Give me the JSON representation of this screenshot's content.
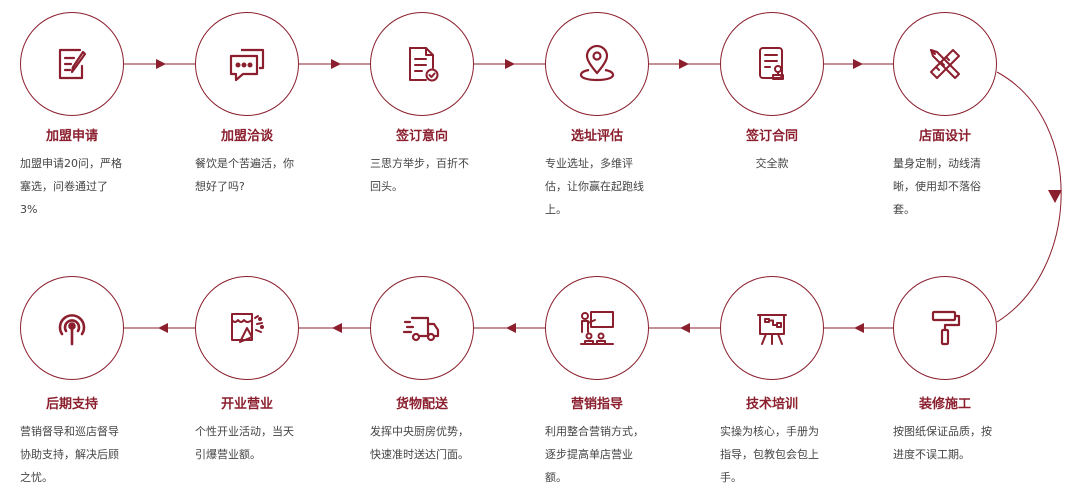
{
  "accent_color": "#8b1f2e",
  "steps": [
    {
      "title": "加盟申请",
      "desc": "加盟申请20问，严格塞选，问卷通过了3%",
      "icon": "form-pen-icon"
    },
    {
      "title": "加盟洽谈",
      "desc": "餐饮是个苦遍活，你想好了吗?",
      "icon": "chat-bubbles-icon"
    },
    {
      "title": "签订意向",
      "desc": "三思方举步，百折不回头。",
      "icon": "document-check-icon"
    },
    {
      "title": "选址评估",
      "desc": "专业选址，多维评估，让你赢在起跑线上。",
      "icon": "location-pin-icon"
    },
    {
      "title": "签订合同",
      "desc": "交全款",
      "icon": "contract-stamp-icon"
    },
    {
      "title": "店面设计",
      "desc": "量身定制，动线清晰，使用却不落俗套。",
      "icon": "pencil-ruler-icon"
    },
    {
      "title": "装修施工",
      "desc": "按图纸保证品质，按进度不误工期。",
      "icon": "paint-roller-icon"
    },
    {
      "title": "技术培训",
      "desc": "实操为核心，手册为指导，包教包会包上手。",
      "icon": "presentation-easel-icon"
    },
    {
      "title": "营销指导",
      "desc": "利用整合营销方式，逐步提高单店营业额。",
      "icon": "classroom-teacher-icon"
    },
    {
      "title": "货物配送",
      "desc": "发挥中央厨房优势，快速准时送达门面。",
      "icon": "delivery-truck-icon"
    },
    {
      "title": "开业营业",
      "desc": "个性开业活动，当天引爆营业额。",
      "icon": "shop-party-icon"
    },
    {
      "title": "后期支持",
      "desc": "营销督导和巡店督导协助支持，解决后顾之忧。",
      "icon": "signal-broadcast-icon"
    }
  ]
}
